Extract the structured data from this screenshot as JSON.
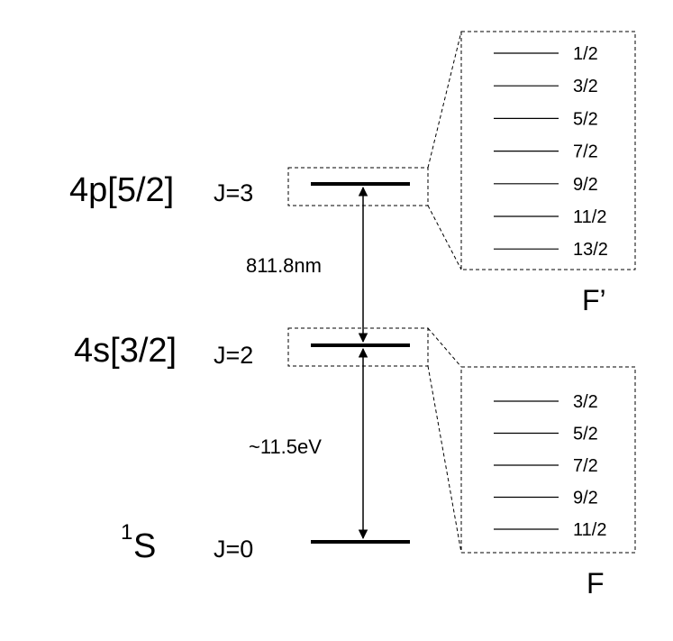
{
  "levels": {
    "upper": {
      "config": "4p[5/2]",
      "j": "J=3"
    },
    "middle": {
      "config": "4s[3/2]",
      "j": "J=2"
    },
    "ground": {
      "config_sup": "1",
      "config": "S",
      "j": "J=0"
    }
  },
  "transitions": {
    "upper_middle": "811.8nm",
    "middle_ground": "~11.5eV"
  },
  "hyperfine_upper": {
    "label": "F’",
    "values": [
      "1/2",
      "3/2",
      "5/2",
      "7/2",
      "9/2",
      "11/2",
      "13/2"
    ]
  },
  "hyperfine_lower": {
    "label": "F",
    "values": [
      "3/2",
      "5/2",
      "7/2",
      "9/2",
      "11/2"
    ]
  }
}
